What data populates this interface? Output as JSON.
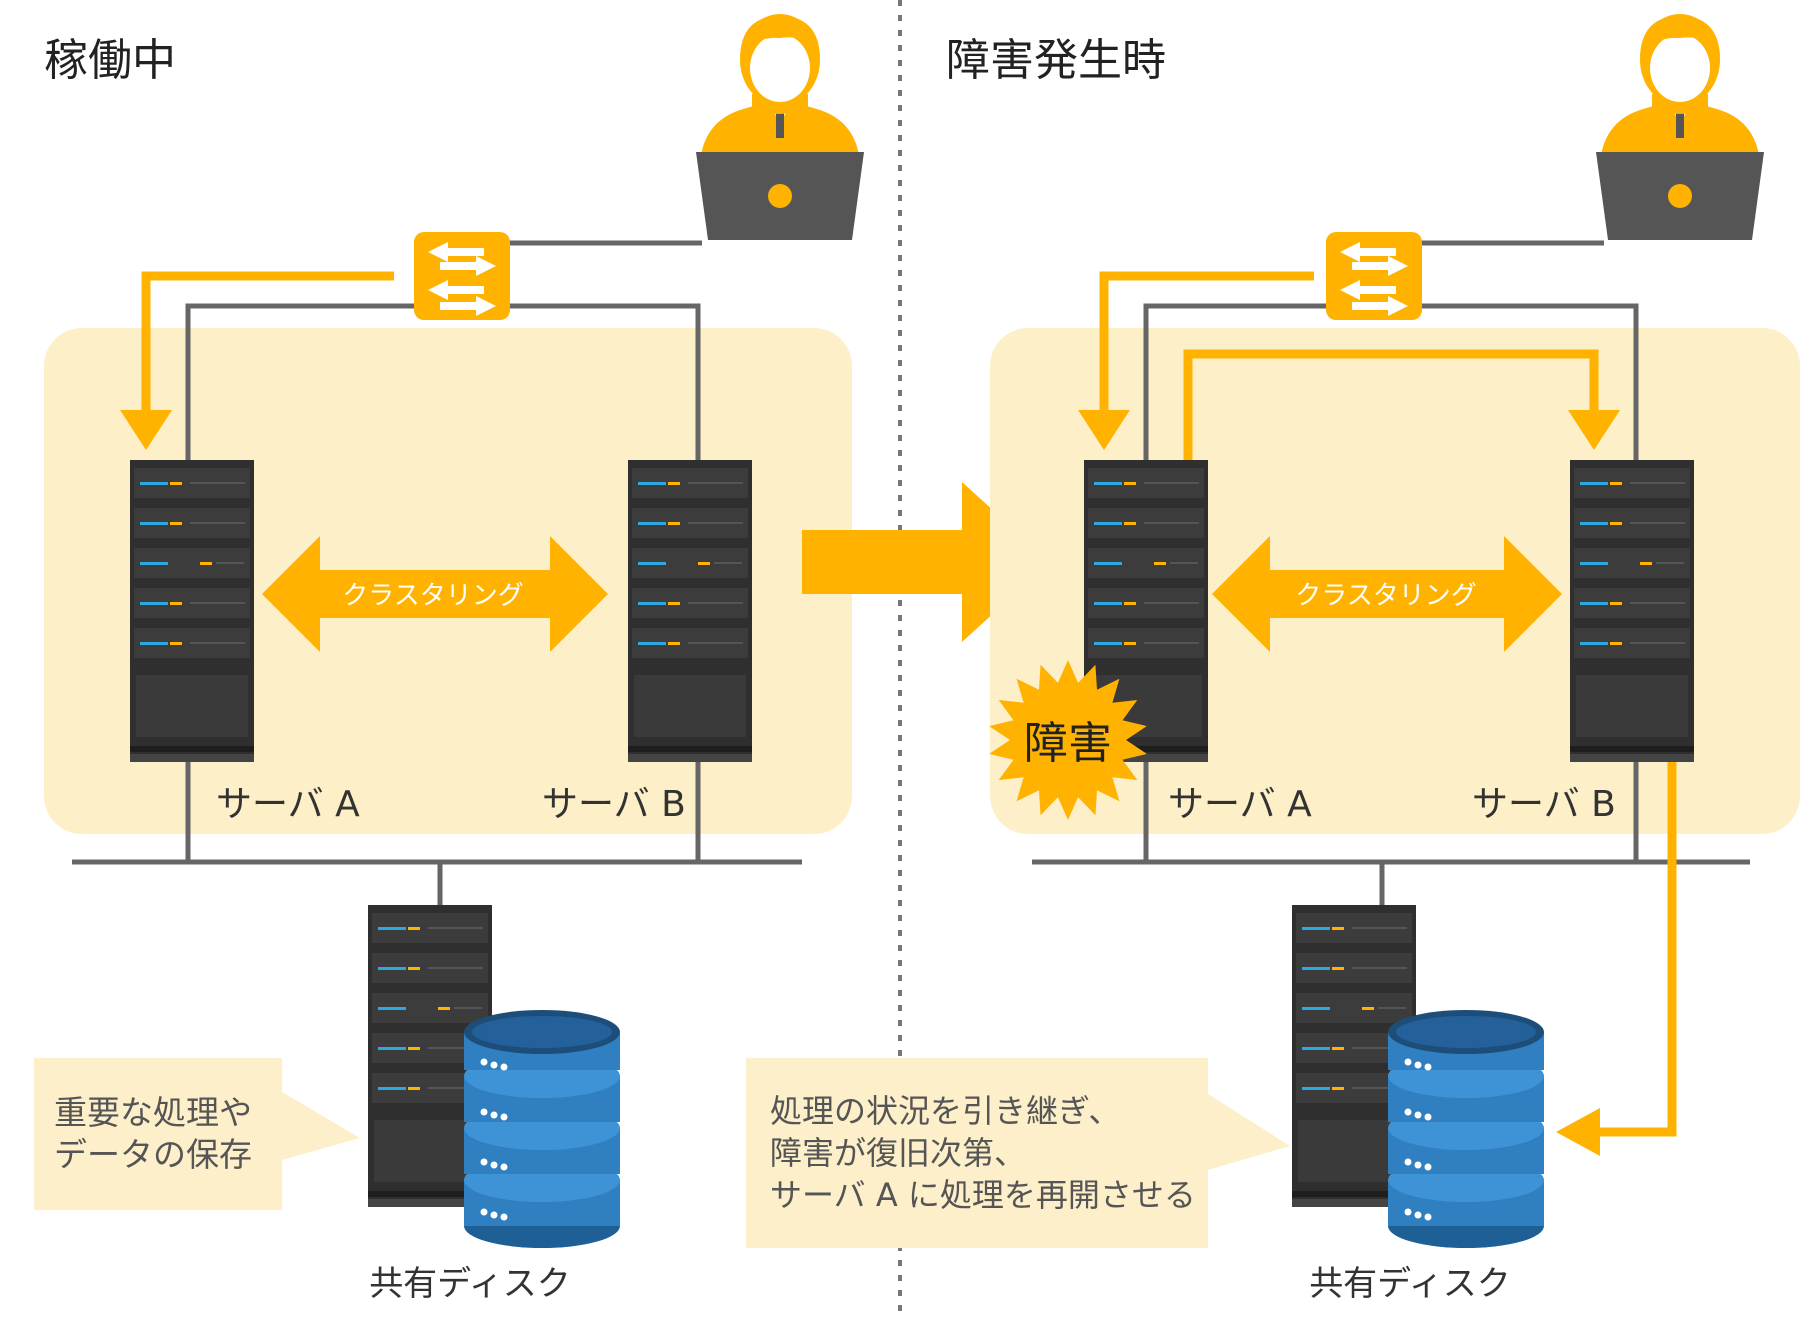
{
  "left": {
    "title": "稼働中",
    "clustering_label": "クラスタリング",
    "server_a_label": "サーバ A",
    "server_b_label": "サーバ B",
    "disk_label": "共有ディスク",
    "callout": [
      "重要な処理や",
      "データの保存"
    ]
  },
  "right": {
    "title": "障害発生時",
    "clustering_label": "クラスタリング",
    "server_a_label": "サーバ A",
    "server_b_label": "サーバ B",
    "disk_label": "共有ディスク",
    "failure_badge": "障害",
    "callout": [
      "処理の状況を引き継ぎ、",
      "障害が復旧次第、",
      "サーバ A に処理を再開させる"
    ]
  },
  "colors": {
    "accent": "#FFB300",
    "cluster_bg": "#FDEFC8",
    "callout_bg": "#FCEFC9",
    "line_gray": "#666666",
    "server_body": "#333333",
    "disk_blue": "#2F7FC1"
  }
}
